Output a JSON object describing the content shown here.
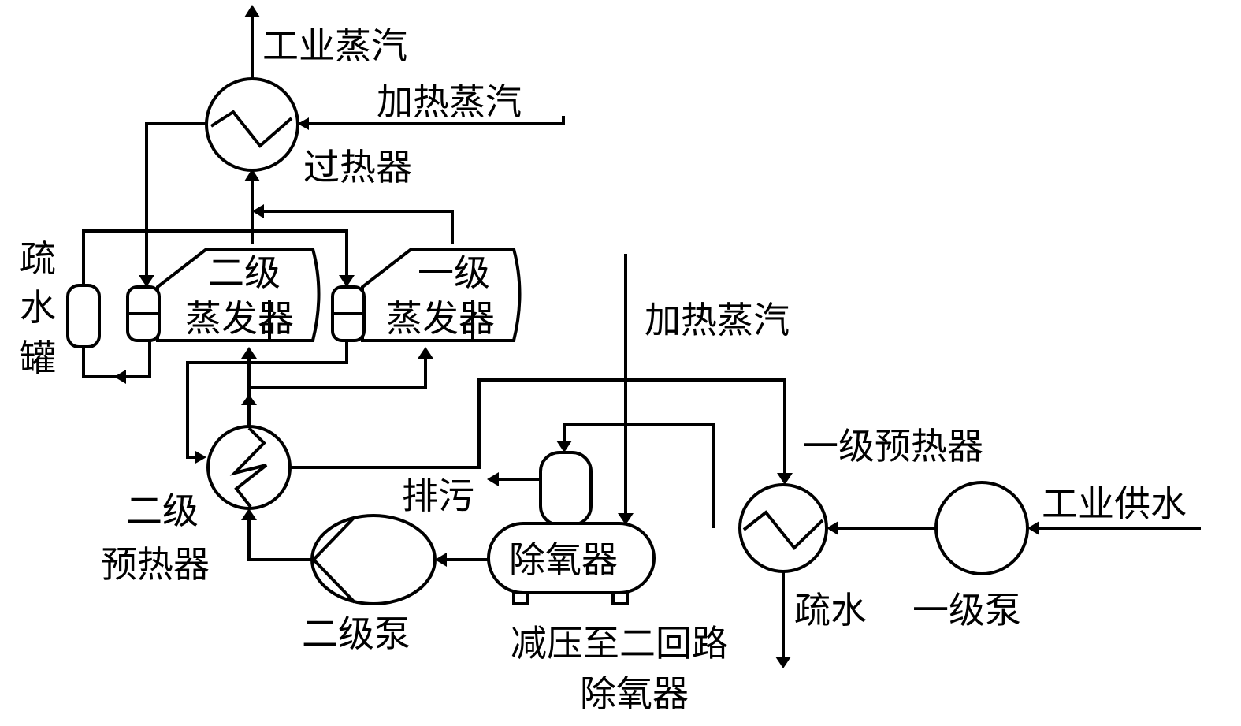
{
  "labels": {
    "industrial_steam": "工业蒸汽",
    "heating_steam_top": "加热蒸汽",
    "superheater": "过热器",
    "drain_tank_1": "疏",
    "drain_tank_2": "水",
    "drain_tank_3": "罐",
    "evap2_line1": "二级",
    "evap2_line2": "蒸发器",
    "evap1_line1": "一级",
    "evap1_line2": "蒸发器",
    "heating_steam_mid": "加热蒸汽",
    "preheater1": "一级预热器",
    "industrial_water": "工业供水",
    "blowdown": "排污",
    "preheater2_line1": "二级",
    "preheater2_line2": "预热器",
    "deaerator": "除氧器",
    "pump2": "二级泵",
    "drain_water": "疏水",
    "pump1": "一级泵",
    "decompress_line1": "减压至二回路",
    "decompress_line2": "除氧器"
  }
}
